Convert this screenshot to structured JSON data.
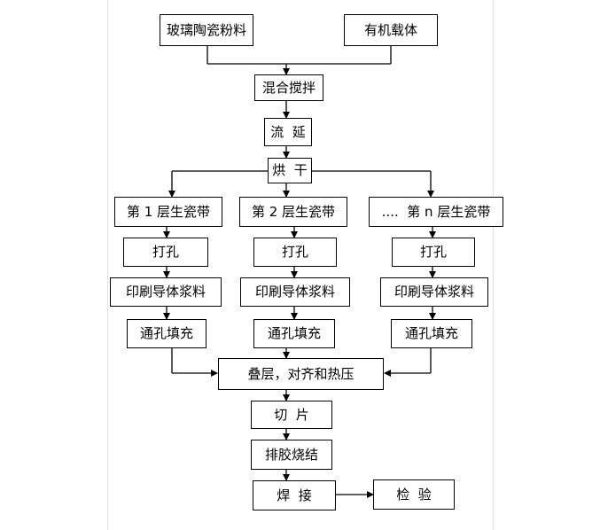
{
  "nodes": {
    "glass_ceramic_powder": "玻璃陶瓷粉料",
    "organic_carrier": "有机载体",
    "mixing": "混合搅拌",
    "casting": "流  延",
    "drying": "烘  干",
    "layer_1_tape": "第 1 层生瓷带",
    "layer_2_tape": "第 2 层生瓷带",
    "layer_n_tape": "....  第 n 层生瓷带",
    "punch_1": "打孔",
    "punch_2": "打孔",
    "punch_n": "打孔",
    "print_1": "印刷导体浆料",
    "print_2": "印刷导体浆料",
    "print_n": "印刷导体浆料",
    "fill_1": "通孔填充",
    "fill_2": "通孔填充",
    "fill_n": "通孔填充",
    "stack_align_press": "叠层，对齐和热压",
    "cutting": "切  片",
    "debinding_sintering": "排胶烧结",
    "welding": "焊  接",
    "inspection": "检  验"
  }
}
